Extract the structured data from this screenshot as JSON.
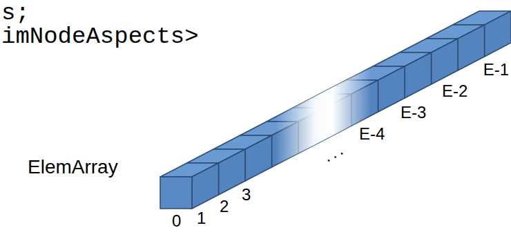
{
  "diagram": {
    "labels": [
      "s;",
      "imNodeAspects>",
      "E-1",
      "E-2",
      "E-3",
      "E-4",
      "ElemArray",
      "...",
      "3",
      "2",
      "1",
      "0"
    ]
  }
}
